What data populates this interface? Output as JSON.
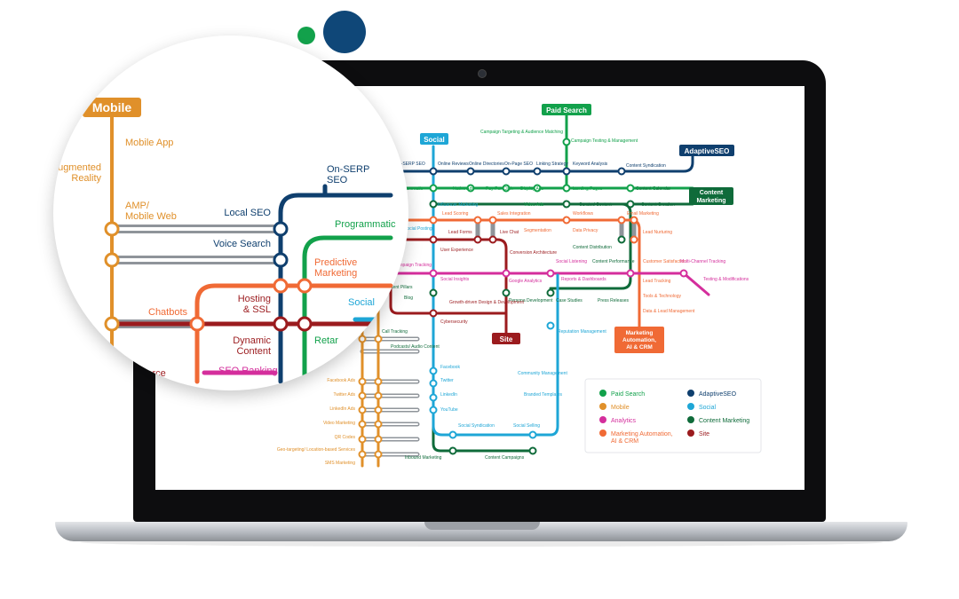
{
  "colors": {
    "paid_search": "#12a14b",
    "mobile": "#e0902a",
    "analytics": "#d42e9c",
    "marketing_automation": "#f06a35",
    "adaptive_seo": "#0f3f6e",
    "social": "#1ea6d6",
    "content_marketing": "#0f6b3a",
    "site": "#9b1b1e"
  },
  "hubs": {
    "paid_search": "Paid Search",
    "social": "Social",
    "adaptive_seo": "AdaptiveSEO",
    "content_marketing_l1": "Content",
    "content_marketing_l2": "Marketing",
    "site": "Site",
    "mar_auto_l1": "Marketing",
    "mar_auto_l2": "Automation,",
    "mar_auto_l3": "AI & CRM",
    "mobile": "Mobile"
  },
  "stations": {
    "on_serp_seo": "On-SERP SEO",
    "online_reviews": "Online Reviews",
    "online_directories": "Online Directories",
    "on_page_seo": "On-Page SEO",
    "linking_strategy": "Linking Strategy",
    "keyword_analysis": "Keyword Analysis",
    "content_syndication": "Content Syndication",
    "campaign_targeting": "Campaign Targeting & Audience Matching",
    "campaign_testing": "Campaign Testing & Management",
    "programmatic": "Programmatic",
    "native_ads": "Native Ads",
    "pay_per_click": "Pay-Per-Click",
    "display_ads": "Display Ads",
    "landing_pages": "Landing Pages",
    "content_calendar": "Content Calendar",
    "influencer_marketing": "Influencer Marketing",
    "video_ads": "Video Ads",
    "curated_content": "Curated Content",
    "content_creation": "Content Creation",
    "lead_scoring": "Lead Scoring",
    "sales_integration": "Sales Integration",
    "workflows": "Workflows",
    "email_marketing": "Email Marketing",
    "segmentation": "Segmentation",
    "data_privacy": "Data Privacy",
    "social_posting": "Social Posting",
    "lead_forms": "Lead Forms",
    "live_chat": "Live Chat",
    "lead_nurturing": "Lead Nurturing",
    "user_experience": "User Experience",
    "conversion_architecture": "Conversion Architecture",
    "content_distribution": "Content Distribution",
    "campaign_tracking": "Campaign Tracking",
    "social_listening": "Social Listening",
    "content_performance": "Content Performance",
    "customer_satisfaction": "Customer Satisfaction",
    "multi_channel_tracking": "Multi-Channel Tracking",
    "social_insights": "Social Insights",
    "google_analytics": "Google Analytics",
    "reports_dashboards": "Reports & Dashboards",
    "lead_tracking": "Lead Tracking",
    "testing_modifications": "Testing & Modifications",
    "content_pillars": "Content Pillars",
    "blog": "Blog",
    "persona_development": "Persona Development",
    "case_studies": "Case Studies",
    "press_releases": "Press Releases",
    "tools_technology": "Tools & Technology",
    "growth_driven_design": "Growth-driven Design & Development",
    "data_lead_management": "Data & Lead Management",
    "cybersecurity": "Cybersecurity",
    "reputation_management": "Reputation Management",
    "call_tracking": "Call Tracking",
    "podcasts": "Podcasts/ Audio Content",
    "facebook_ads": "Facebook Ads",
    "facebook": "Facebook",
    "twitter_ads": "Twitter Ads",
    "twitter": "Twitter",
    "community_management": "Community Management",
    "linkedin_ads": "LinkedIn Ads",
    "linkedin": "LinkedIn",
    "youtube": "YouTube",
    "branded_templates": "Branded Templates",
    "video_marketing": "Video Marketing",
    "qr_codes": "QR Codes",
    "social_syndication": "Social Syndication",
    "social_selling": "Social Selling",
    "geo_targeting": "Geo-targeting/ Location-based Services",
    "sms_marketing": "SMS Marketing",
    "inbound_marketing": "Inbound Marketing",
    "content_campaigns": "Content Campaigns"
  },
  "legend": {
    "paid_search": "Paid Search",
    "adaptive_seo": "AdaptiveSEO",
    "mobile": "Mobile",
    "social": "Social",
    "analytics": "Analytics",
    "content_marketing": "Content Marketing",
    "mar_auto_l1": "Marketing Automation,",
    "mar_auto_l2": "AI & CRM",
    "site": "Site"
  },
  "zoom": {
    "mobile": "Mobile",
    "mobile_app": "Mobile App",
    "augmented_l1": "Augmented",
    "augmented_l2": "Reality",
    "amp_l1": "AMP/",
    "amp_l2": "Mobile Web",
    "local_seo": "Local SEO",
    "voice_search": "Voice Search",
    "on_serp_l1": "On-SERP",
    "on_serp_l2": "SEO",
    "programmatic": "Programmatic",
    "predictive_l1": "Predictive",
    "predictive_l2": "Marketing",
    "hosting_l1": "Hosting",
    "hosting_l2": "& SSL",
    "chatbots": "Chatbots",
    "social": "Social",
    "dynamic_l1": "Dynamic",
    "dynamic_l2": "Content",
    "retargeting": "Retar",
    "ecommerce": "mmerce",
    "seo_ranking": "SEO Ranking"
  }
}
